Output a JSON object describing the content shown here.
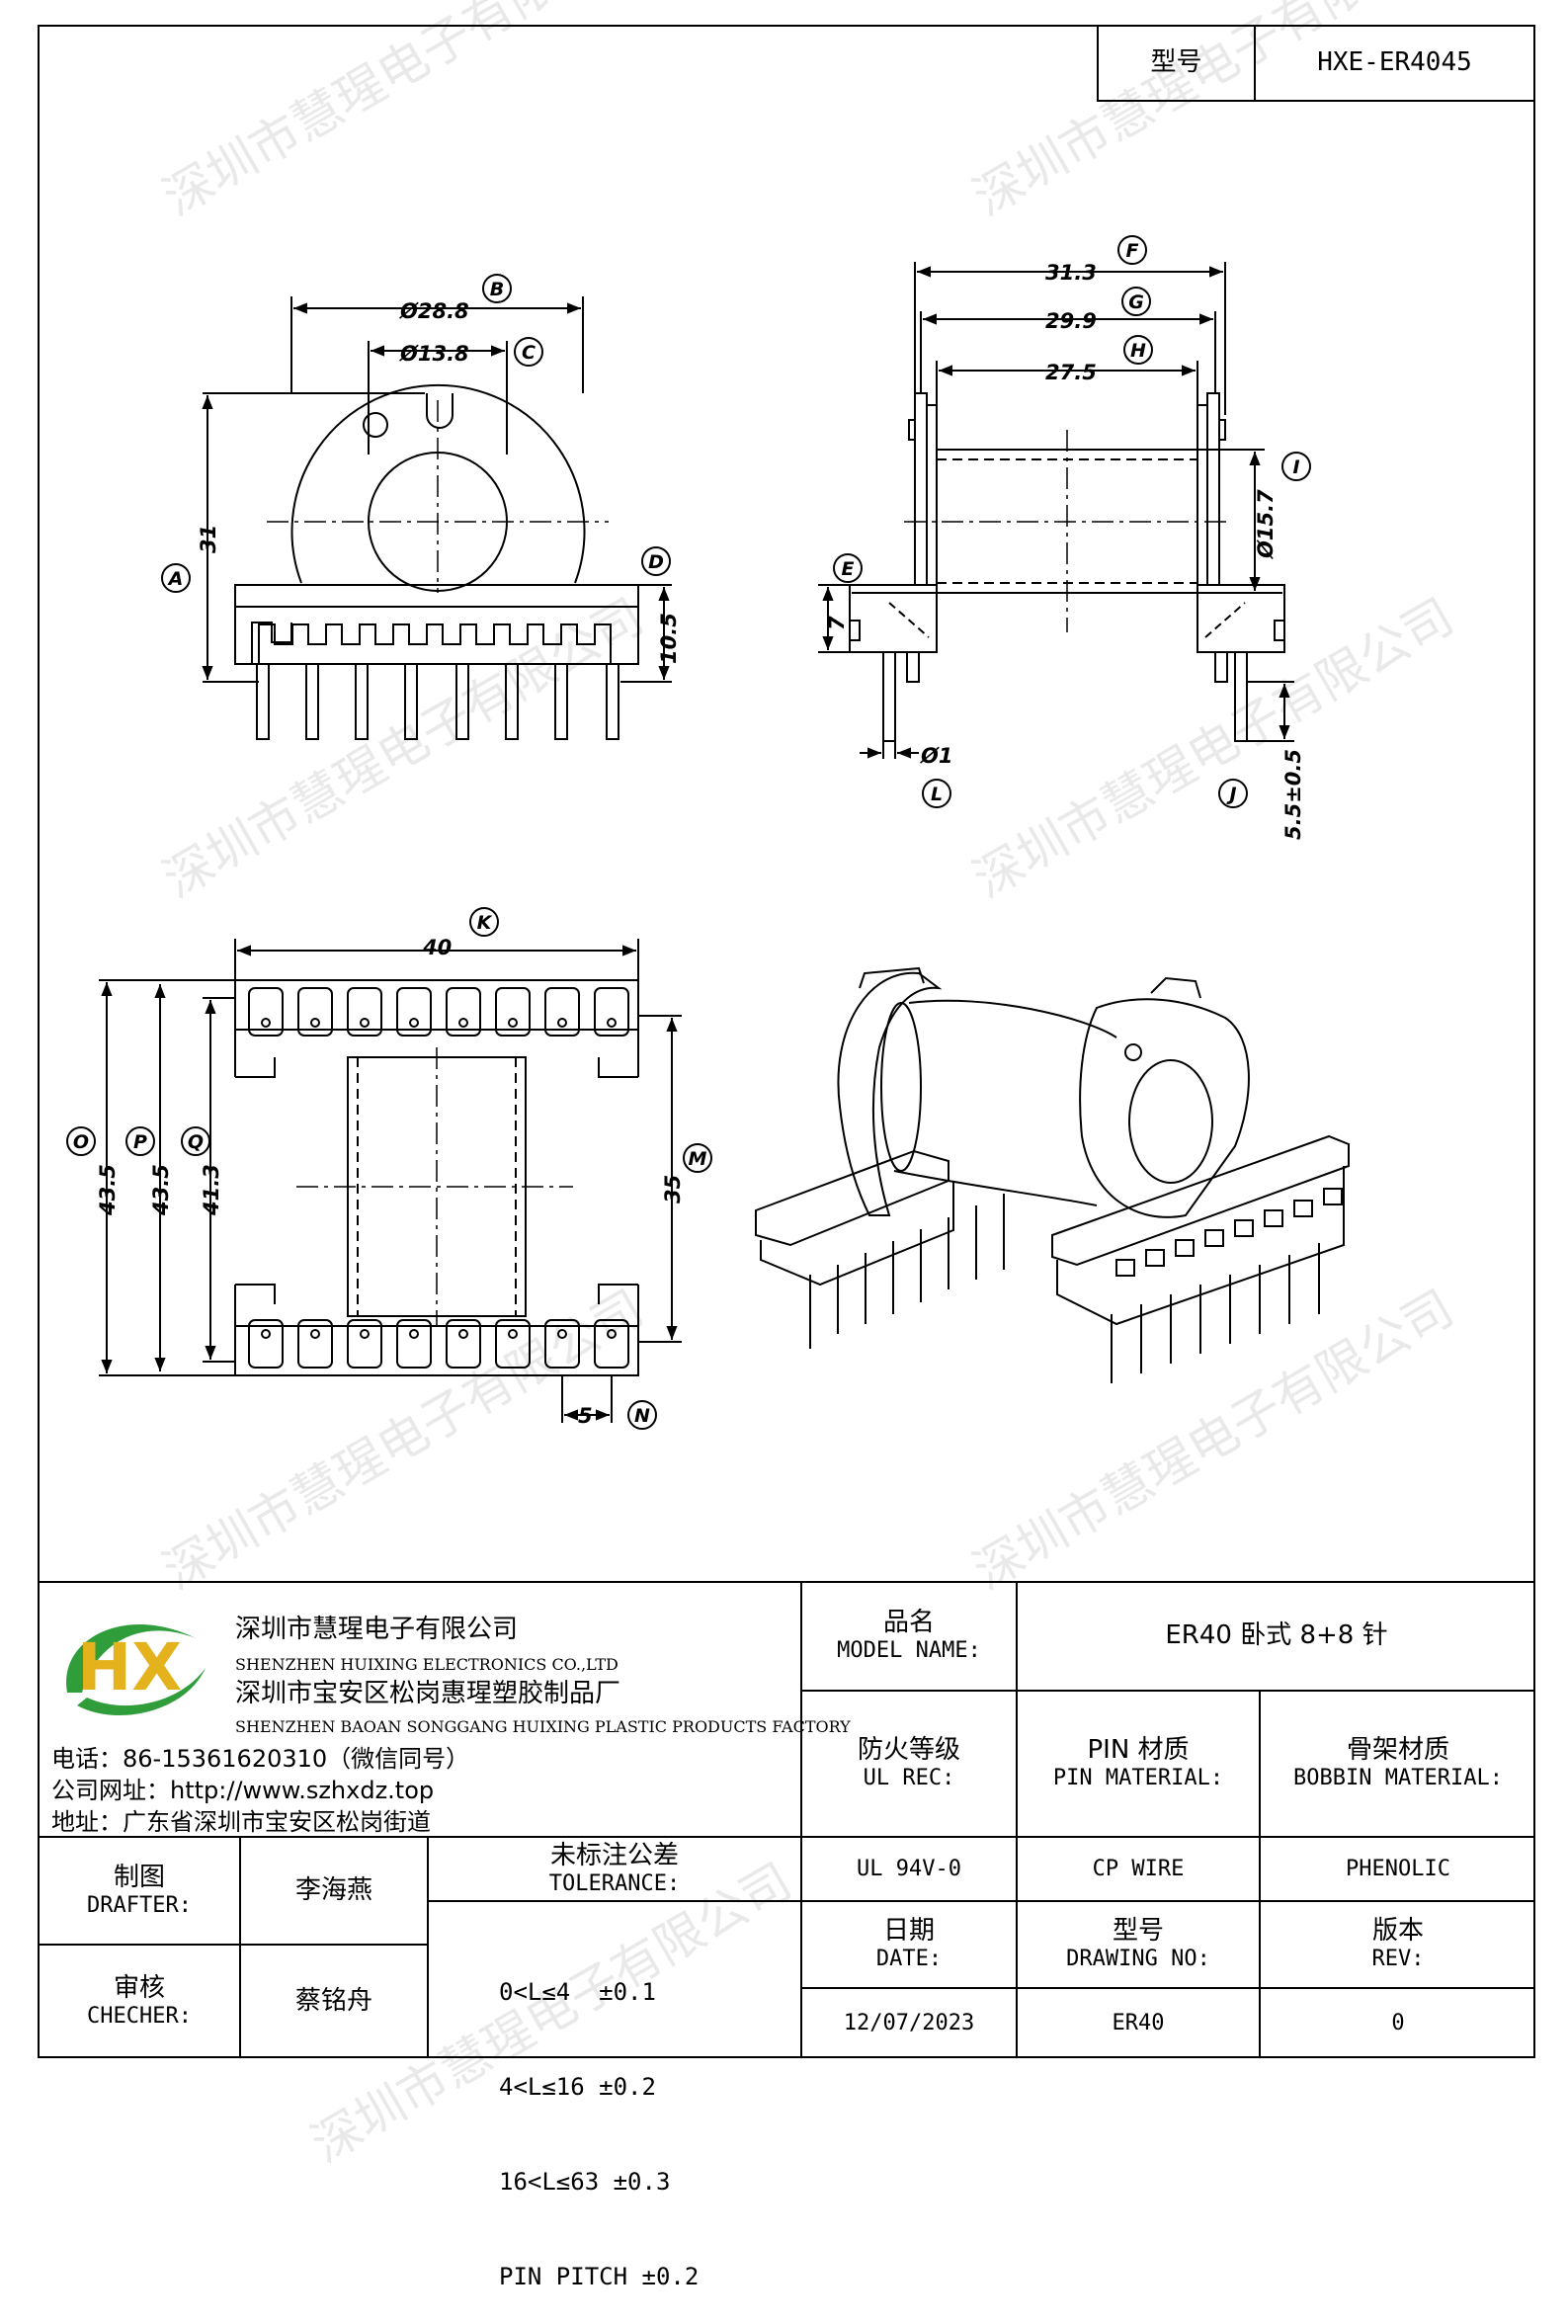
{
  "header": {
    "model_label": "型号",
    "model_value": "HXE-ER4045"
  },
  "drawing": {
    "dims": {
      "B": "Ø28.8",
      "C": "Ø13.8",
      "A": "31",
      "D": "10.5",
      "F": "31.3",
      "G": "29.9",
      "H": "27.5",
      "I": "Ø15.7",
      "E": "7",
      "L": "Ø1",
      "J": "5.5±0.5",
      "K": "40",
      "O": "43.5",
      "P": "43.5",
      "Q": "41.3",
      "M": "35",
      "N": "5"
    },
    "letters": [
      "A",
      "B",
      "C",
      "D",
      "E",
      "F",
      "G",
      "H",
      "I",
      "J",
      "K",
      "L",
      "M",
      "N",
      "O",
      "P",
      "Q"
    ]
  },
  "company": {
    "name_cn": "深圳市慧瑆电子有限公司",
    "name_en": "SHENZHEN HUIXING ELECTRONICS CO.,LTD",
    "factory_cn": "深圳市宝安区松岗惠瑆塑胶制品厂",
    "factory_en": "SHENZHEN BAOAN SONGGANG HUIXING PLASTIC PRODUCTS FACTORY",
    "phone": "电话：86-15361620310（微信同号）",
    "website": "公司网址：http://www.szhxdz.top",
    "address": "地址：广东省深圳市宝安区松岗街道",
    "logo_text": "HX"
  },
  "title_block": {
    "model_name_cn": "品名",
    "model_name_en": "MODEL NAME:",
    "model_name_value": "ER40 卧式 8+8 针",
    "ul_rec_cn": "防火等级",
    "ul_rec_en": "UL REC:",
    "pin_material_cn": "PIN 材质",
    "pin_material_en": "PIN MATERIAL:",
    "bobbin_material_cn": "骨架材质",
    "bobbin_material_en": "BOBBIN MATERIAL:",
    "ul_rec_value": "UL 94V-0",
    "pin_material_value": "CP WIRE",
    "bobbin_material_value": "PHENOLIC",
    "date_cn": "日期",
    "date_en": "DATE:",
    "drawing_no_cn": "型号",
    "drawing_no_en": "DRAWING NO:",
    "rev_cn": "版本",
    "rev_en": "REV:",
    "date_value": "12/07/2023",
    "drawing_no_value": "ER40",
    "rev_value": "0",
    "drafter_cn": "制图",
    "drafter_en": "DRAFTER:",
    "drafter_value": "李海燕",
    "checker_cn": "审核",
    "checker_en": "CHECHER:",
    "checker_value": "蔡铭舟",
    "tolerance_cn": "未标注公差",
    "tolerance_en": "TOLERANCE:",
    "tolerances": [
      "0<L≤4  ±0.1",
      "4<L≤16 ±0.2",
      "16<L≤63 ±0.3",
      "PIN PITCH ±0.2"
    ]
  },
  "watermark": "深圳市慧瑆电子有限公司"
}
